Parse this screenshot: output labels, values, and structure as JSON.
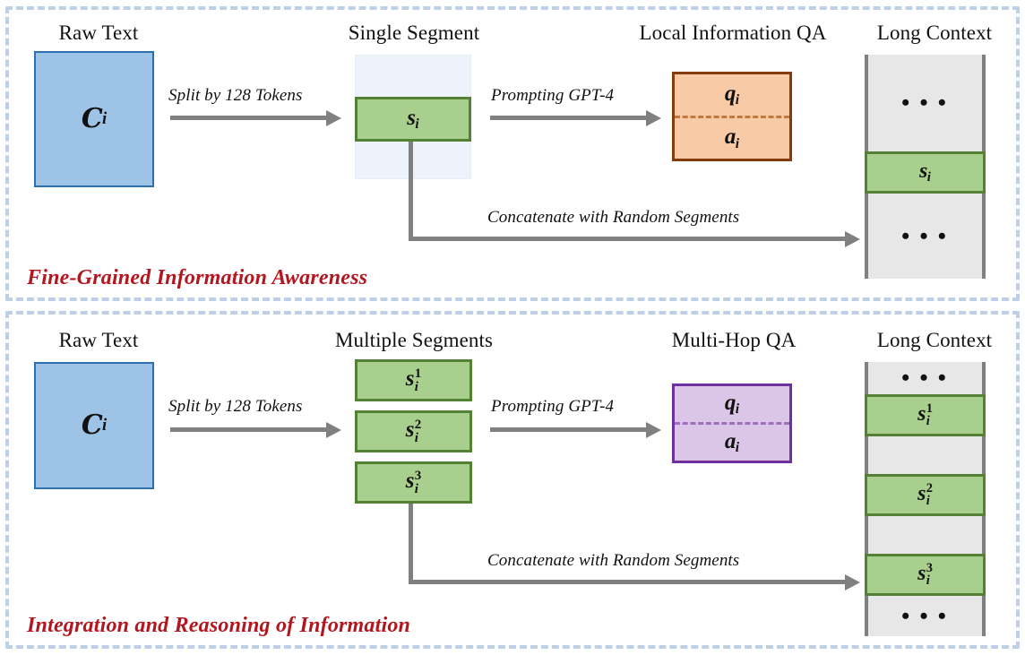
{
  "figure": {
    "panels": [
      {
        "id": "fine-grained",
        "caption": "Fine-Grained Information Awareness",
        "headings": {
          "raw_text": "Raw Text",
          "segments": "Single Segment",
          "qa": "Local Information QA",
          "long_context": "Long Context"
        },
        "raw_text_box": {
          "symbol": "C",
          "subscript": "i"
        },
        "segments": [
          {
            "symbol": "s",
            "subscript": "i",
            "superscript": ""
          }
        ],
        "qa_box": {
          "question": {
            "symbol": "q",
            "subscript": "i"
          },
          "answer": {
            "symbol": "a",
            "subscript": "i"
          },
          "fill_color": "#f8cba6",
          "border_color": "#843c0c",
          "divider_color": "#c0793f"
        },
        "long_context_cells": [
          {
            "type": "ellipsis",
            "text": "• • •"
          },
          {
            "type": "segment",
            "symbol": "s",
            "subscript": "i",
            "superscript": ""
          },
          {
            "type": "ellipsis",
            "text": "• • •"
          }
        ],
        "arrows": [
          {
            "id": "split",
            "label": "Split by 128 Tokens"
          },
          {
            "id": "prompt",
            "label": "Prompting GPT-4"
          },
          {
            "id": "concat",
            "label": "Concatenate with Random Segments"
          }
        ]
      },
      {
        "id": "integration",
        "caption": "Integration and Reasoning of Information",
        "headings": {
          "raw_text": "Raw Text",
          "segments": "Multiple Segments",
          "qa": "Multi-Hop QA",
          "long_context": "Long Context"
        },
        "raw_text_box": {
          "symbol": "C",
          "subscript": "i"
        },
        "segments": [
          {
            "symbol": "s",
            "subscript": "i",
            "superscript": "1"
          },
          {
            "symbol": "s",
            "subscript": "i",
            "superscript": "2"
          },
          {
            "symbol": "s",
            "subscript": "i",
            "superscript": "3"
          }
        ],
        "qa_box": {
          "question": {
            "symbol": "q",
            "subscript": "i"
          },
          "answer": {
            "symbol": "a",
            "subscript": "i"
          },
          "fill_color": "#dcc6e8",
          "border_color": "#7030a0",
          "divider_color": "#a06fc0"
        },
        "long_context_cells": [
          {
            "type": "ellipsis",
            "text": "• • •"
          },
          {
            "type": "segment",
            "symbol": "s",
            "subscript": "i",
            "superscript": "1"
          },
          {
            "type": "gap"
          },
          {
            "type": "segment",
            "symbol": "s",
            "subscript": "i",
            "superscript": "2"
          },
          {
            "type": "gap"
          },
          {
            "type": "segment",
            "symbol": "s",
            "subscript": "i",
            "superscript": "3"
          },
          {
            "type": "ellipsis",
            "text": "• • •"
          }
        ],
        "arrows": [
          {
            "id": "split",
            "label": "Split by 128 Tokens"
          },
          {
            "id": "prompt",
            "label": "Prompting GPT-4"
          },
          {
            "id": "concat",
            "label": "Concatenate with Random Segments"
          }
        ]
      }
    ],
    "colors": {
      "panel_border": "#bed0e7",
      "raw_text_fill": "#9dc3e6",
      "raw_text_border": "#2e6fb0",
      "segment_fill": "#a9cf8e",
      "segment_border": "#548235",
      "segment_wrapper_fill": "#edf3fb",
      "long_context_fill": "#e7e7e7",
      "long_context_border": "#808080",
      "arrow": "#808080",
      "caption_text": "#b5151e"
    }
  }
}
